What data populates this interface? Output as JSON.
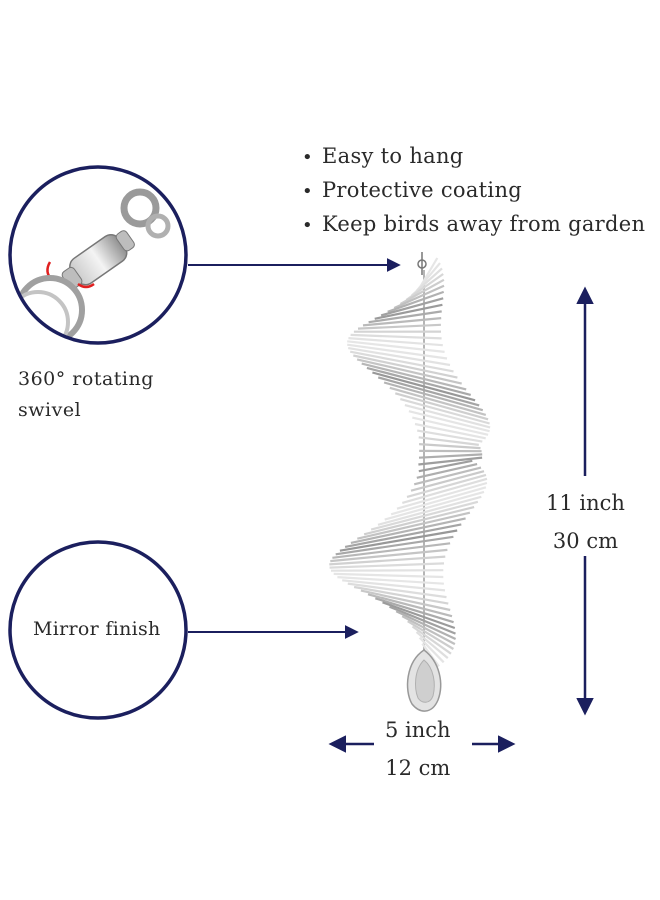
{
  "features": {
    "bullet": "•",
    "items": [
      "Easy to hang",
      "Protective coating",
      "Keep birds away from garden"
    ]
  },
  "callouts": {
    "swivel_line1": "360° rotating",
    "swivel_line2": "swivel",
    "mirror": "Mirror finish"
  },
  "dimensions": {
    "height_inch": "11 inch",
    "height_cm": "30 cm",
    "width_inch": "5 inch",
    "width_cm": "12 cm"
  },
  "colors": {
    "accent": "#1b1f5e",
    "metal": "#8a8a8a"
  }
}
